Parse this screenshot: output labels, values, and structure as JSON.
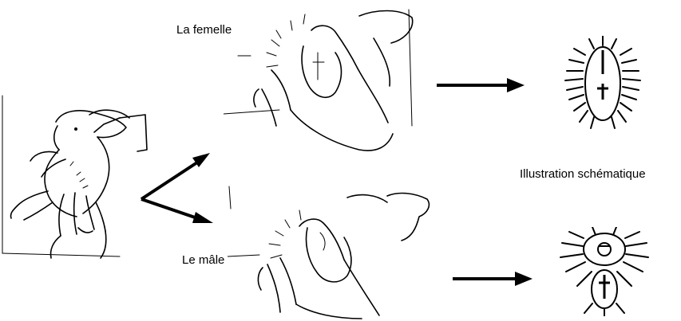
{
  "labels": {
    "female": "La femelle",
    "male": "Le mâle",
    "schematic": "Illustration schématique"
  },
  "colors": {
    "ink": "#000000",
    "background": "#ffffff"
  },
  "icons": {
    "rabbit_held": "rabbit-held-upside-down-illustration",
    "female_exam": "female-genital-exam-illustration",
    "male_exam": "male-genital-exam-illustration",
    "female_schema": "female-schematic-icon",
    "male_schema": "male-schematic-icon"
  }
}
